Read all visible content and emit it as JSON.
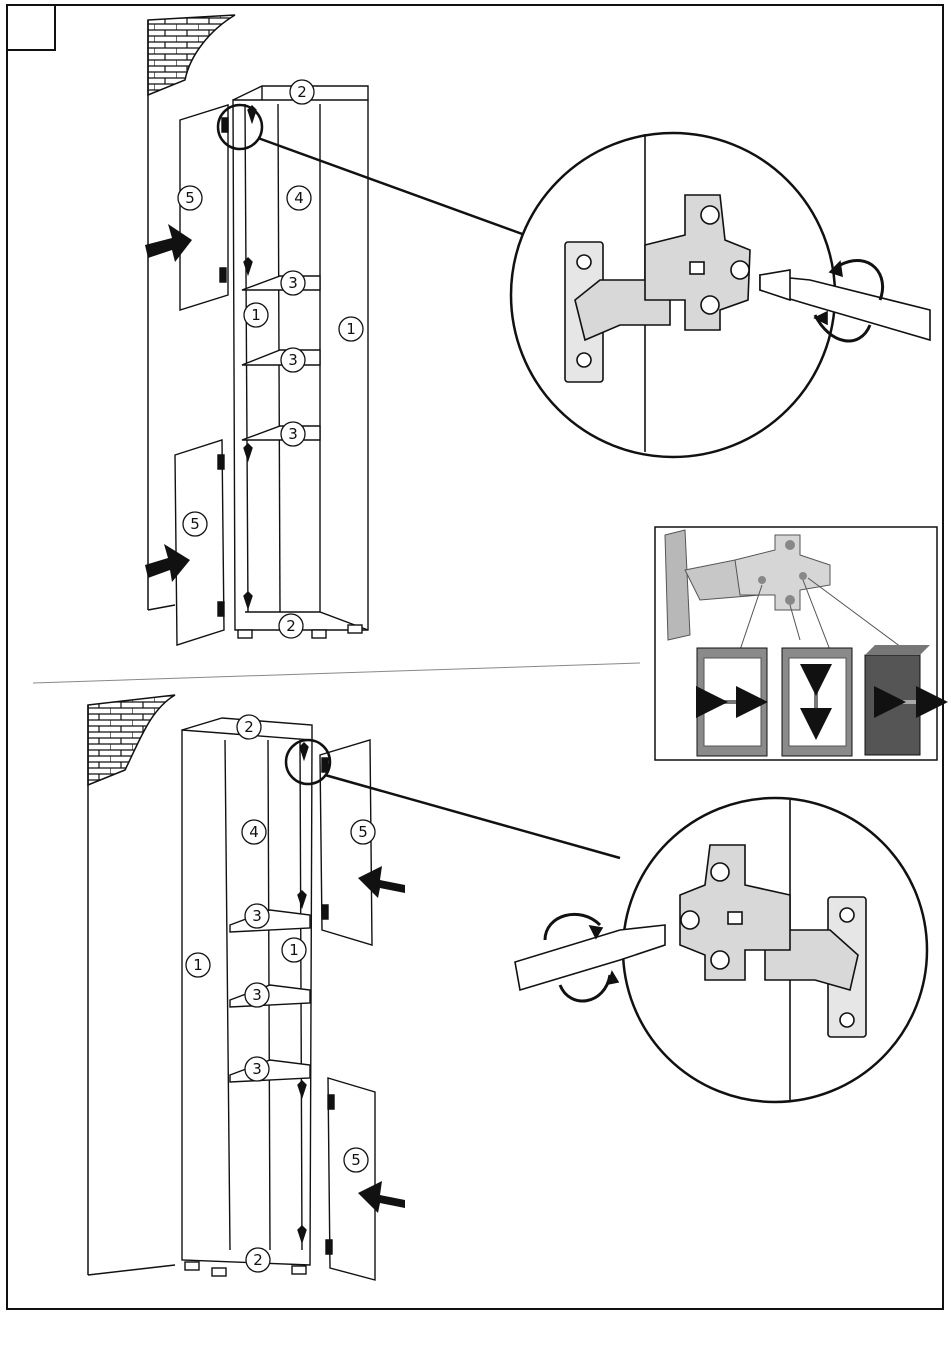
{
  "step_box": {
    "number": ""
  },
  "top_section": {
    "parts": {
      "side_left": "1",
      "side_right": "1",
      "top": "2",
      "bottom": "2",
      "back": "4",
      "shelf_1": "3",
      "shelf_2": "3",
      "shelf_3": "3",
      "door_top": "5",
      "door_bottom": "5"
    }
  },
  "bottom_section": {
    "parts": {
      "side_left": "1",
      "side_right": "1",
      "top": "2",
      "bottom": "2",
      "back": "4",
      "shelf_1": "3",
      "shelf_2": "3",
      "shelf_3": "3",
      "door_top": "5",
      "door_bottom": "5"
    }
  },
  "hinge_adjust_panel": {
    "options": [
      {
        "icon": "horizontal-arrow-icon",
        "meaning": "side adjustment"
      },
      {
        "icon": "vertical-arrow-icon",
        "meaning": "height adjustment"
      },
      {
        "icon": "depth-arrow-icon",
        "meaning": "depth adjustment"
      }
    ]
  },
  "colors": {
    "line": "#111111",
    "hinge_fill": "#d8d8d8",
    "panel_dark": "#555555",
    "panel_grey": "#9a9a9a"
  }
}
